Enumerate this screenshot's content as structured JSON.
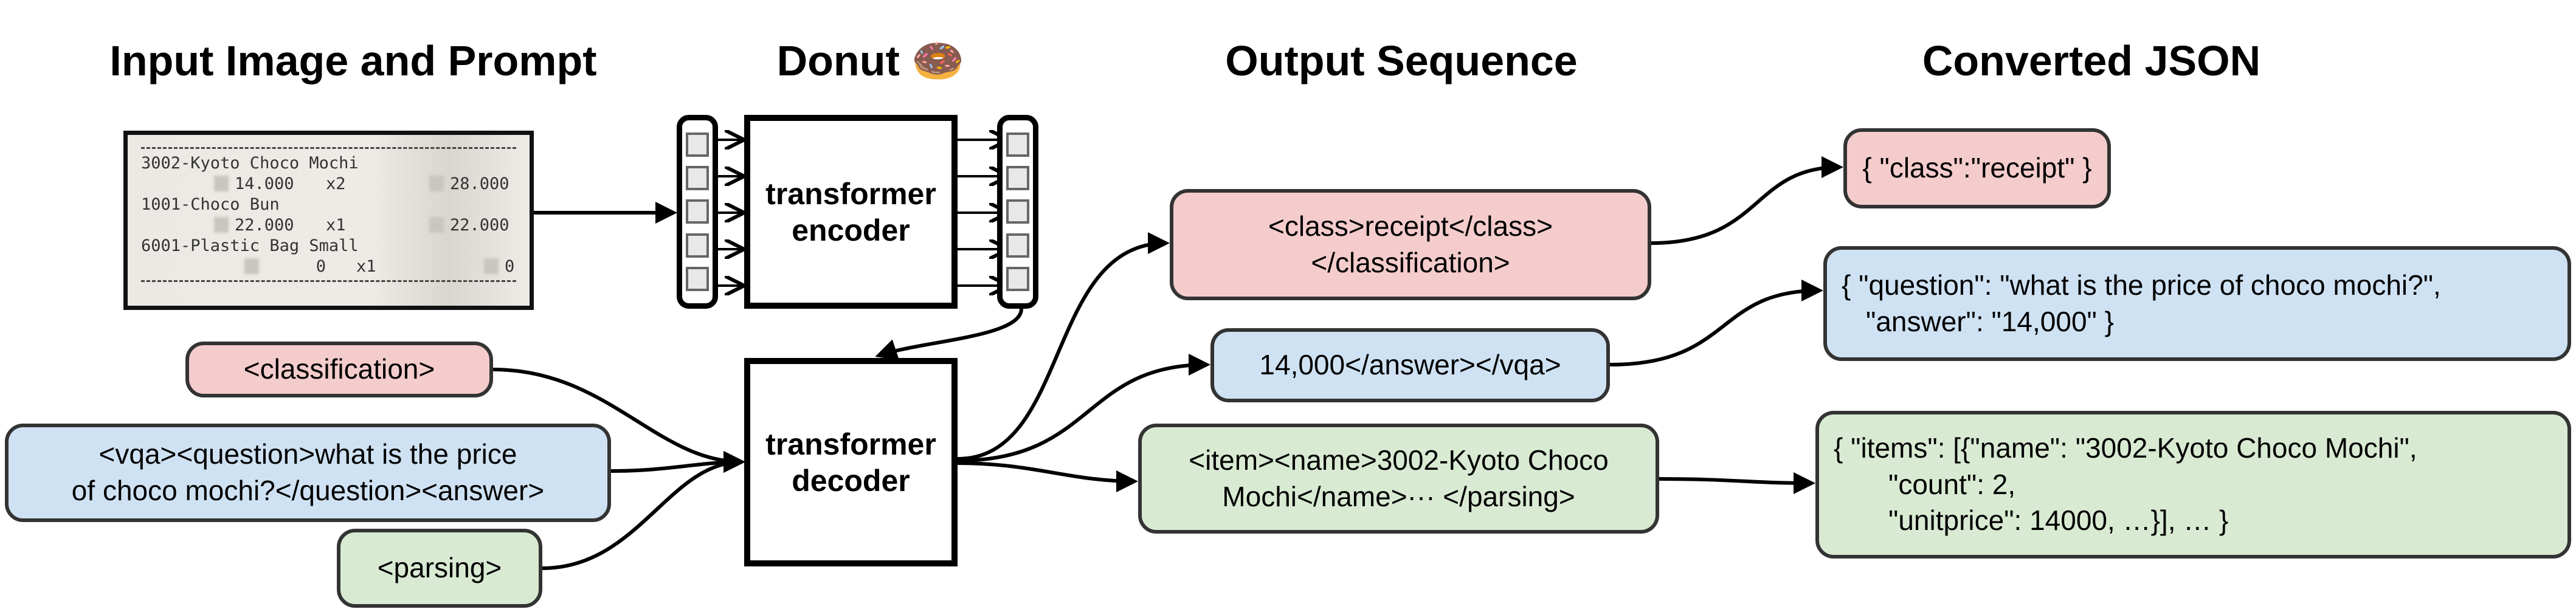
{
  "titles": {
    "input": "Input Image and Prompt",
    "donut": "Donut 🍩",
    "output": "Output Sequence",
    "json": "Converted JSON"
  },
  "receipt": {
    "lines": [
      {
        "name": "3002-Kyoto Choco Mochi"
      },
      {
        "price": "14.000",
        "qty": "x2",
        "total": "28.000"
      },
      {
        "name": "1001-Choco Bun"
      },
      {
        "price": "22.000",
        "qty": "x1",
        "total": "22.000"
      },
      {
        "name": "6001-Plastic Bag Small"
      },
      {
        "price": "0",
        "qty": "x1",
        "total": "0"
      }
    ]
  },
  "model": {
    "encoder": [
      "transformer",
      "encoder"
    ],
    "decoder": [
      "transformer",
      "decoder"
    ]
  },
  "prompts": {
    "classification": "<classification>",
    "vqa": [
      "<vqa><question>what is the price",
      "of choco mochi?</question><answer>"
    ],
    "parsing": "<parsing>"
  },
  "outputs": {
    "classification": [
      "<class>receipt</class>",
      "</classification>"
    ],
    "vqa": "14,000</answer></vqa>",
    "parsing": [
      "<item><name>3002-Kyoto Choco",
      "Mochi</name>··· </parsing>"
    ]
  },
  "json": {
    "classification": "{ \"class\":\"receipt\" }",
    "vqa": [
      "{ \"question\": \"what is the price of choco mochi?\",",
      "\"answer\": \"14,000\" }"
    ],
    "parsing": [
      "{ \"items\": [{\"name\": \"3002-Kyoto Choco Mochi\",",
      "\"count\": 2,",
      "\"unitprice\": 14000, …}], … }"
    ]
  },
  "colors": {
    "classification": "#f4cccc",
    "vqa": "#cfe2f3",
    "parsing": "#d9ead3"
  }
}
